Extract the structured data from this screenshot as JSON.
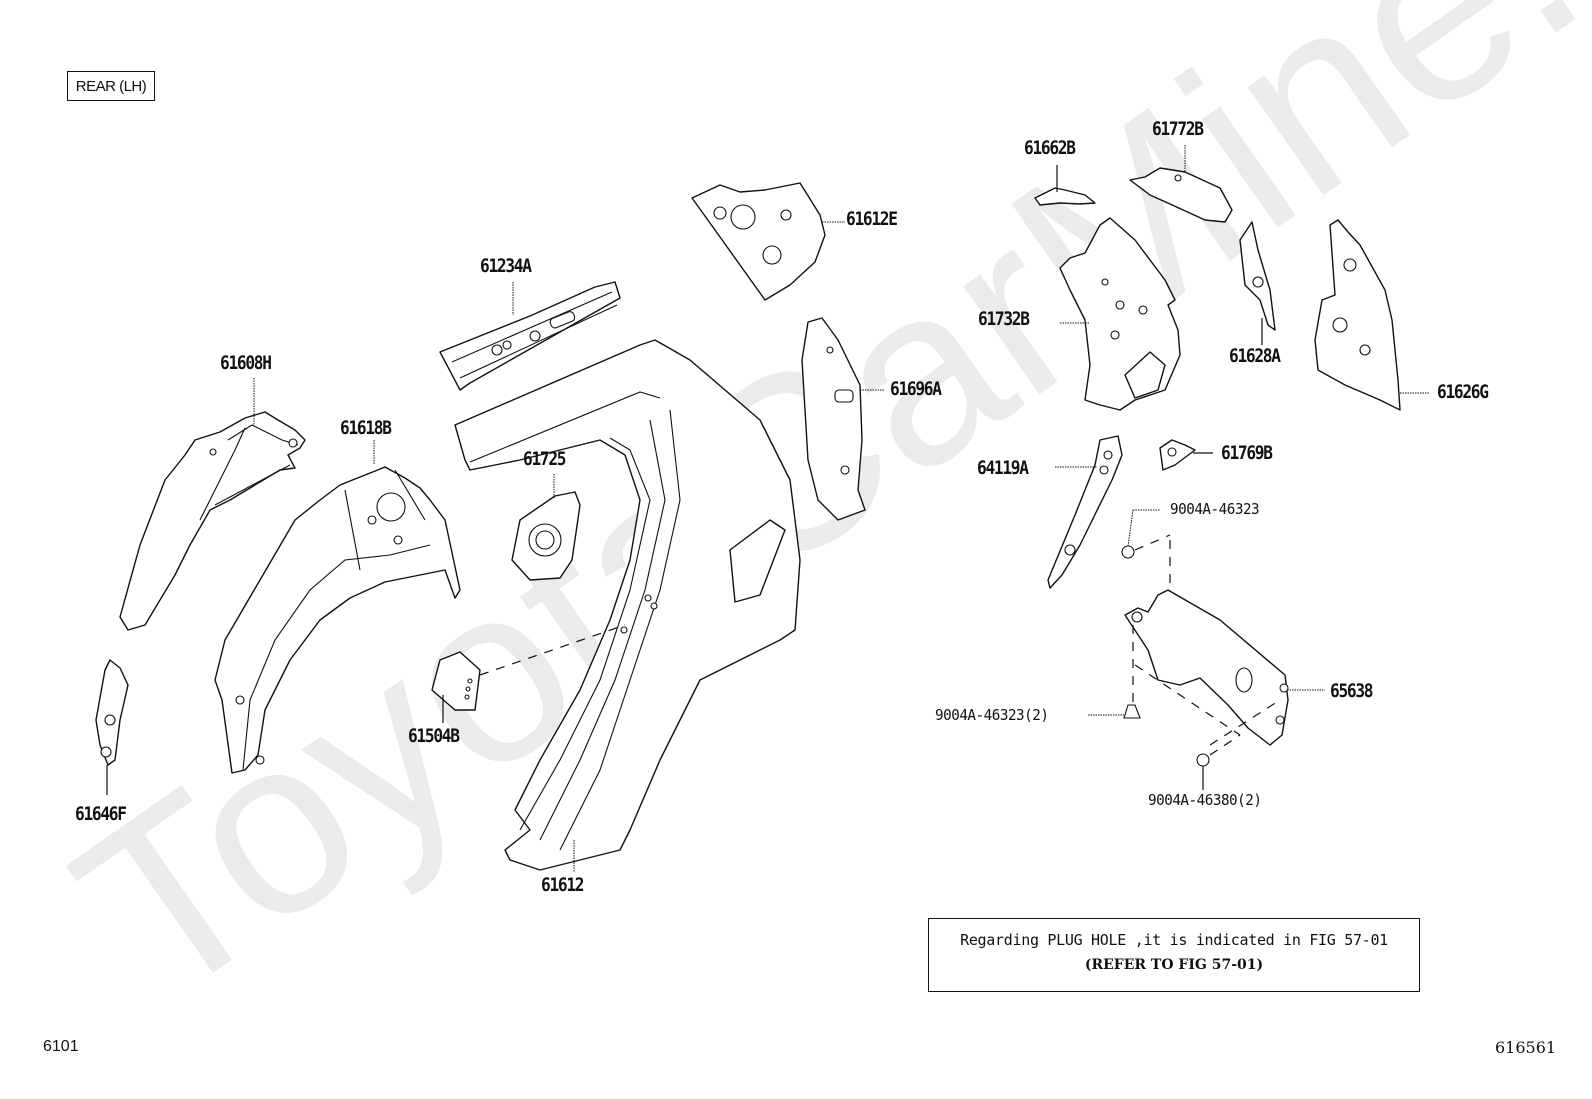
{
  "section_label": "REAR (LH)",
  "watermark": "ToyotaCarMine.ru",
  "parts": [
    {
      "id": "61608H",
      "label": "61608H"
    },
    {
      "id": "61618B",
      "label": "61618B"
    },
    {
      "id": "61646F",
      "label": "61646F"
    },
    {
      "id": "61234A",
      "label": "61234A"
    },
    {
      "id": "61725",
      "label": "61725"
    },
    {
      "id": "61504B",
      "label": "61504B"
    },
    {
      "id": "61612",
      "label": "61612"
    },
    {
      "id": "61612E",
      "label": "61612E"
    },
    {
      "id": "61696A",
      "label": "61696A"
    },
    {
      "id": "61662B",
      "label": "61662B"
    },
    {
      "id": "61772B",
      "label": "61772B"
    },
    {
      "id": "61732B",
      "label": "61732B"
    },
    {
      "id": "61628A",
      "label": "61628A"
    },
    {
      "id": "61626G",
      "label": "61626G"
    },
    {
      "id": "64119A",
      "label": "64119A"
    },
    {
      "id": "61769B",
      "label": "61769B"
    },
    {
      "id": "65638",
      "label": "65638"
    }
  ],
  "fasteners": [
    {
      "id": "9004A-46323",
      "label": "9004A-46323"
    },
    {
      "id": "9004A-46323-x2",
      "label": "9004A-46323(2)"
    },
    {
      "id": "9004A-46380-x2",
      "label": "9004A-46380(2)"
    }
  ],
  "note": {
    "line1": "Regarding PLUG HOLE ,it is indicated in FIG 57-01",
    "line2": "(REFER TO FIG 57-01)"
  },
  "footer": {
    "figure_number": "6101",
    "illustration_id": "616561"
  }
}
